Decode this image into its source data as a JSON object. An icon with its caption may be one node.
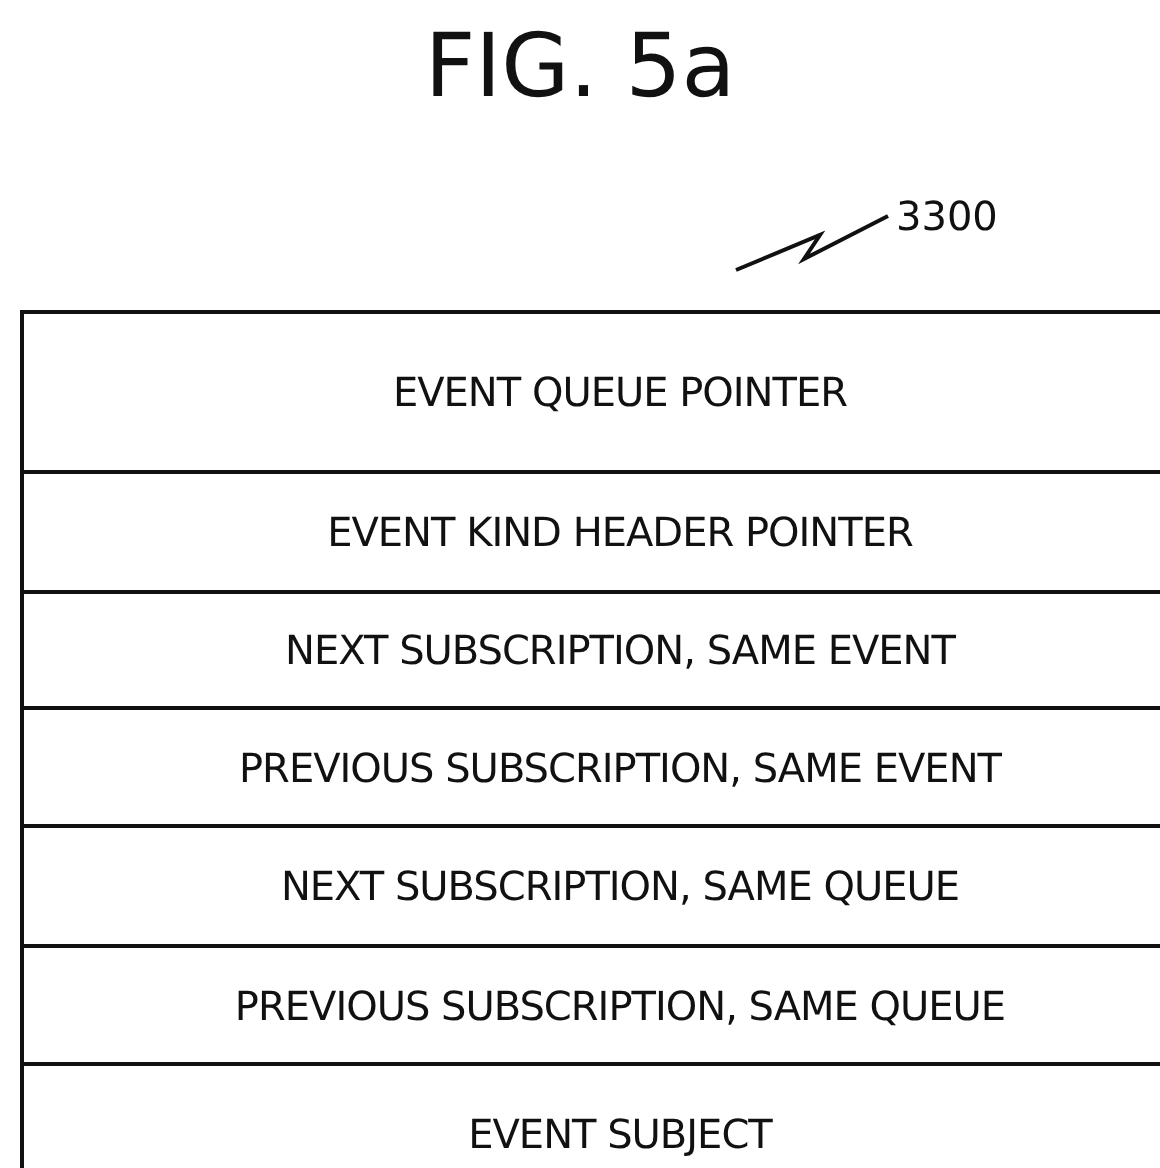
{
  "diagram": {
    "title": "FIG. 5a",
    "nodes": [
      {
        "text": [
          "3300"
        ]
      },
      {
        "text": [],
        "shape": "box"
      },
      {
        "text": [
          "EVENT QUEUE POINTER"
        ],
        "in": 1
      },
      {
        "text": [
          "EVENT KIND HEADER POINTER"
        ],
        "in": 1
      },
      {
        "text": [
          "NEXT SUBSCRIPTION, SAME EVENT"
        ],
        "in": 1
      },
      {
        "text": [
          "PREVIOUS SUBSCRIPTION, SAME EVENT"
        ],
        "in": 1
      },
      {
        "text": [
          "NEXT SUBSCRIPTION, SAME QUEUE"
        ],
        "in": 1
      },
      {
        "text": [
          "PREVIOUS SUBSCRIPTION, SAME QUEUE"
        ],
        "in": 1
      },
      {
        "text": [
          "EVENT SUBJECT"
        ],
        "in": 1
      }
    ],
    "edges": [
      {
        "from": 0,
        "to": 1,
        "arrow": "none"
      }
    ]
  }
}
